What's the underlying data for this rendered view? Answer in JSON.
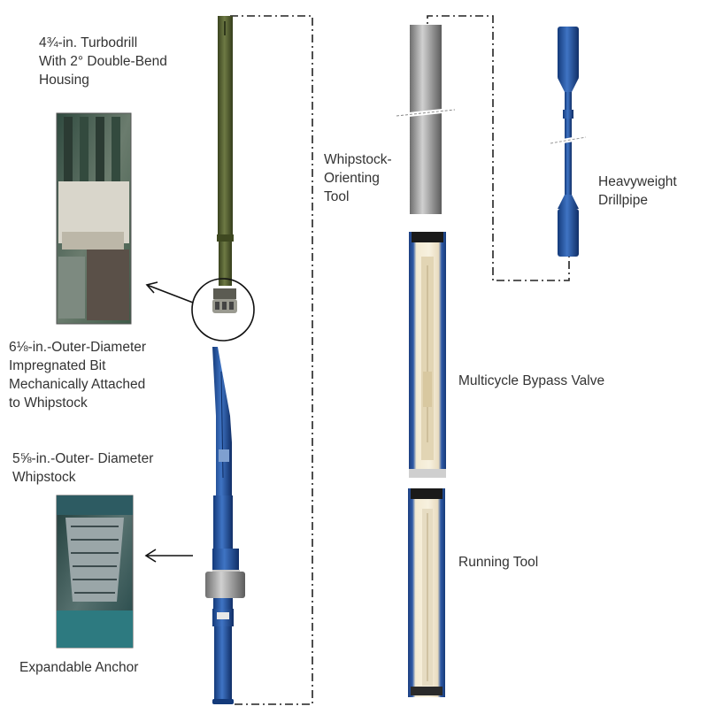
{
  "labels": {
    "turbodrill": [
      "4¾-in. Turbodrill",
      "With 2° Double-Bend",
      "Housing"
    ],
    "bit": [
      "6⅛-in.-Outer-Diameter",
      "Impregnated Bit",
      "Mechanically Attached",
      "to Whipstock"
    ],
    "whipstock": [
      "5⅝-in.-Outer- Diameter",
      "Whipstock"
    ],
    "anchor": [
      "Expandable Anchor"
    ],
    "orienting_tool": [
      "Whipstock-",
      "Orienting",
      "Tool"
    ],
    "drillpipe": [
      "Heavyweight",
      "Drillpipe"
    ],
    "bypass_valve": [
      "Multicycle Bypass Valve"
    ],
    "running_tool": [
      "Running Tool"
    ]
  },
  "colors": {
    "turbodrill": "#4f5a2c",
    "tool_blue": "#1f4f9a",
    "orienting_tool": "#8c8c8c",
    "connector_line": "#222222"
  },
  "photos": [
    "bit-closeup-photo",
    "anchor-closeup-photo"
  ]
}
